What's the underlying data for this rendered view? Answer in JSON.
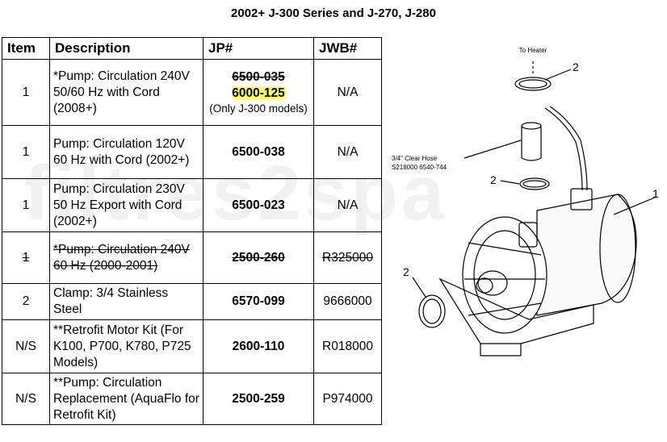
{
  "title": "2002+ J-300 Series and J-270, J-280",
  "watermark": "filtres2spa",
  "table": {
    "headers": {
      "item": "Item",
      "description": "Description",
      "jp": "JP#",
      "jwb": "JWB#"
    },
    "rows": [
      {
        "item": "1",
        "desc": "*Pump: Circulation 240V 50/60 Hz with Cord (2008+)",
        "jp_old": "6500-035",
        "jp_new": "6000-125",
        "jp_note": "(Only J-300 models)",
        "jwb": "N/A"
      },
      {
        "item": "1",
        "desc": "Pump: Circulation 120V 60 Hz with Cord (2002+)",
        "jp": "6500-038",
        "jwb": "N/A"
      },
      {
        "item": "1",
        "desc": "Pump: Circulation 230V 50 Hz Export with Cord (2002+)",
        "jp": "6500-023",
        "jwb": "N/A"
      },
      {
        "item": "1",
        "desc": "*Pump: Circulation 240V 60 Hz (2000-2001)",
        "jp": "2500-260",
        "jwb": "R325000"
      },
      {
        "item": "2",
        "desc": "Clamp: 3/4 Stainless Steel",
        "jp": "6570-099",
        "jwb": "9666000"
      },
      {
        "item": "N/S",
        "desc": "**Retrofit Motor Kit (For K100, P700, K780, P725 Models)",
        "jp": "2600-110",
        "jwb": "R018000"
      },
      {
        "item": "N/S",
        "desc": "**Pump: Circulation Replacement (AquaFlo for Retrofit Kit)",
        "jp": "2500-259",
        "jwb": "P974000"
      }
    ]
  },
  "diagram": {
    "to_heater": "To Heater",
    "hose_label": "3/4\" Clear Hose",
    "hose_numbers": "S218000   6540-744",
    "callouts": [
      "2",
      "2",
      "1",
      "2"
    ]
  }
}
